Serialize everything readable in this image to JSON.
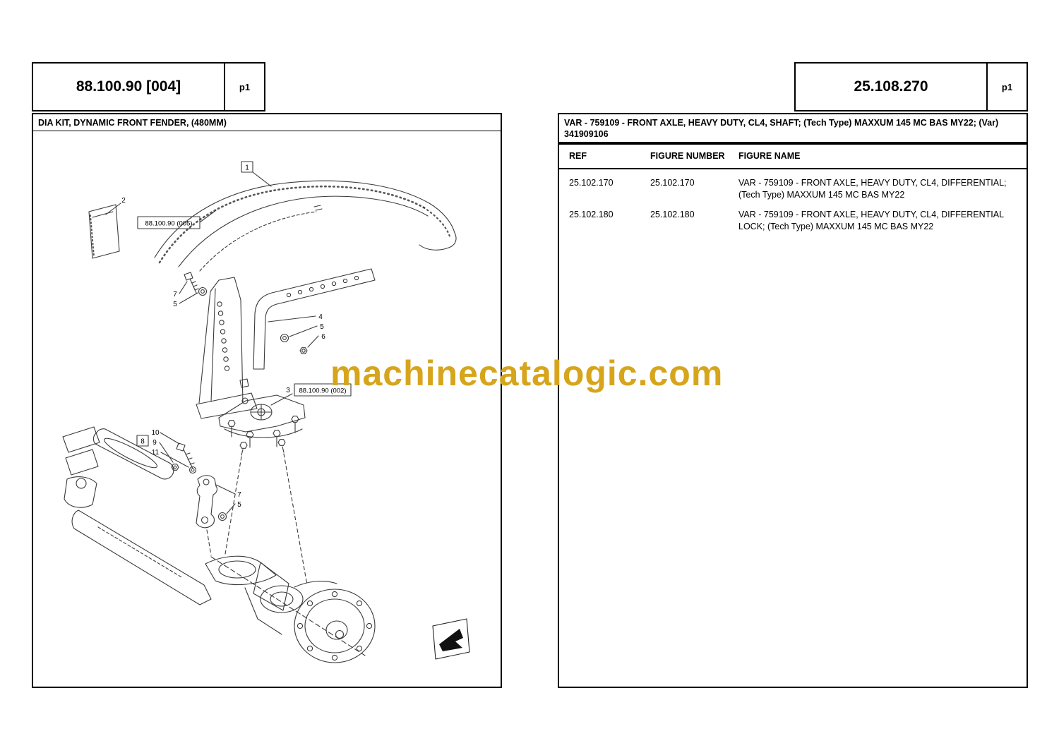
{
  "colors": {
    "watermark": "#d6a51c",
    "line": "#3a3a3a"
  },
  "watermark": {
    "text": "machinecatalogic.com"
  },
  "left_page": {
    "doc_number": "88.100.90 [004]",
    "page_label": "p1",
    "title": "DIA KIT, DYNAMIC FRONT FENDER, (480MM)",
    "diagram": {
      "ref_labels": {
        "fender": "88.100.90 (005)",
        "mount": "88.100.90 (002)"
      },
      "callouts": {
        "n1": "1",
        "n2": "2",
        "n3": "3",
        "n4": "4",
        "n5": "5",
        "n6": "6",
        "n7": "7",
        "n8": "8",
        "n9": "9",
        "n10": "10",
        "n11": "11"
      }
    }
  },
  "right_page": {
    "doc_number": "25.108.270",
    "page_label": "p1",
    "title": "VAR - 759109 - FRONT AXLE, HEAVY DUTY, CL4, SHAFT; (Tech Type) MAXXUM 145 MC BAS MY22; (Var) 341909106",
    "table": {
      "headers": [
        "REF",
        "FIGURE NUMBER",
        "FIGURE NAME"
      ],
      "rows": [
        {
          "ref": "25.102.170",
          "figure_number": "25.102.170",
          "figure_name": "VAR - 759109 - FRONT AXLE, HEAVY DUTY, CL4, DIFFERENTIAL; (Tech Type) MAXXUM 145 MC BAS MY22"
        },
        {
          "ref": "25.102.180",
          "figure_number": "25.102.180",
          "figure_name": "VAR - 759109 - FRONT AXLE, HEAVY DUTY, CL4, DIFFERENTIAL LOCK; (Tech Type) MAXXUM 145 MC BAS MY22"
        }
      ]
    }
  }
}
